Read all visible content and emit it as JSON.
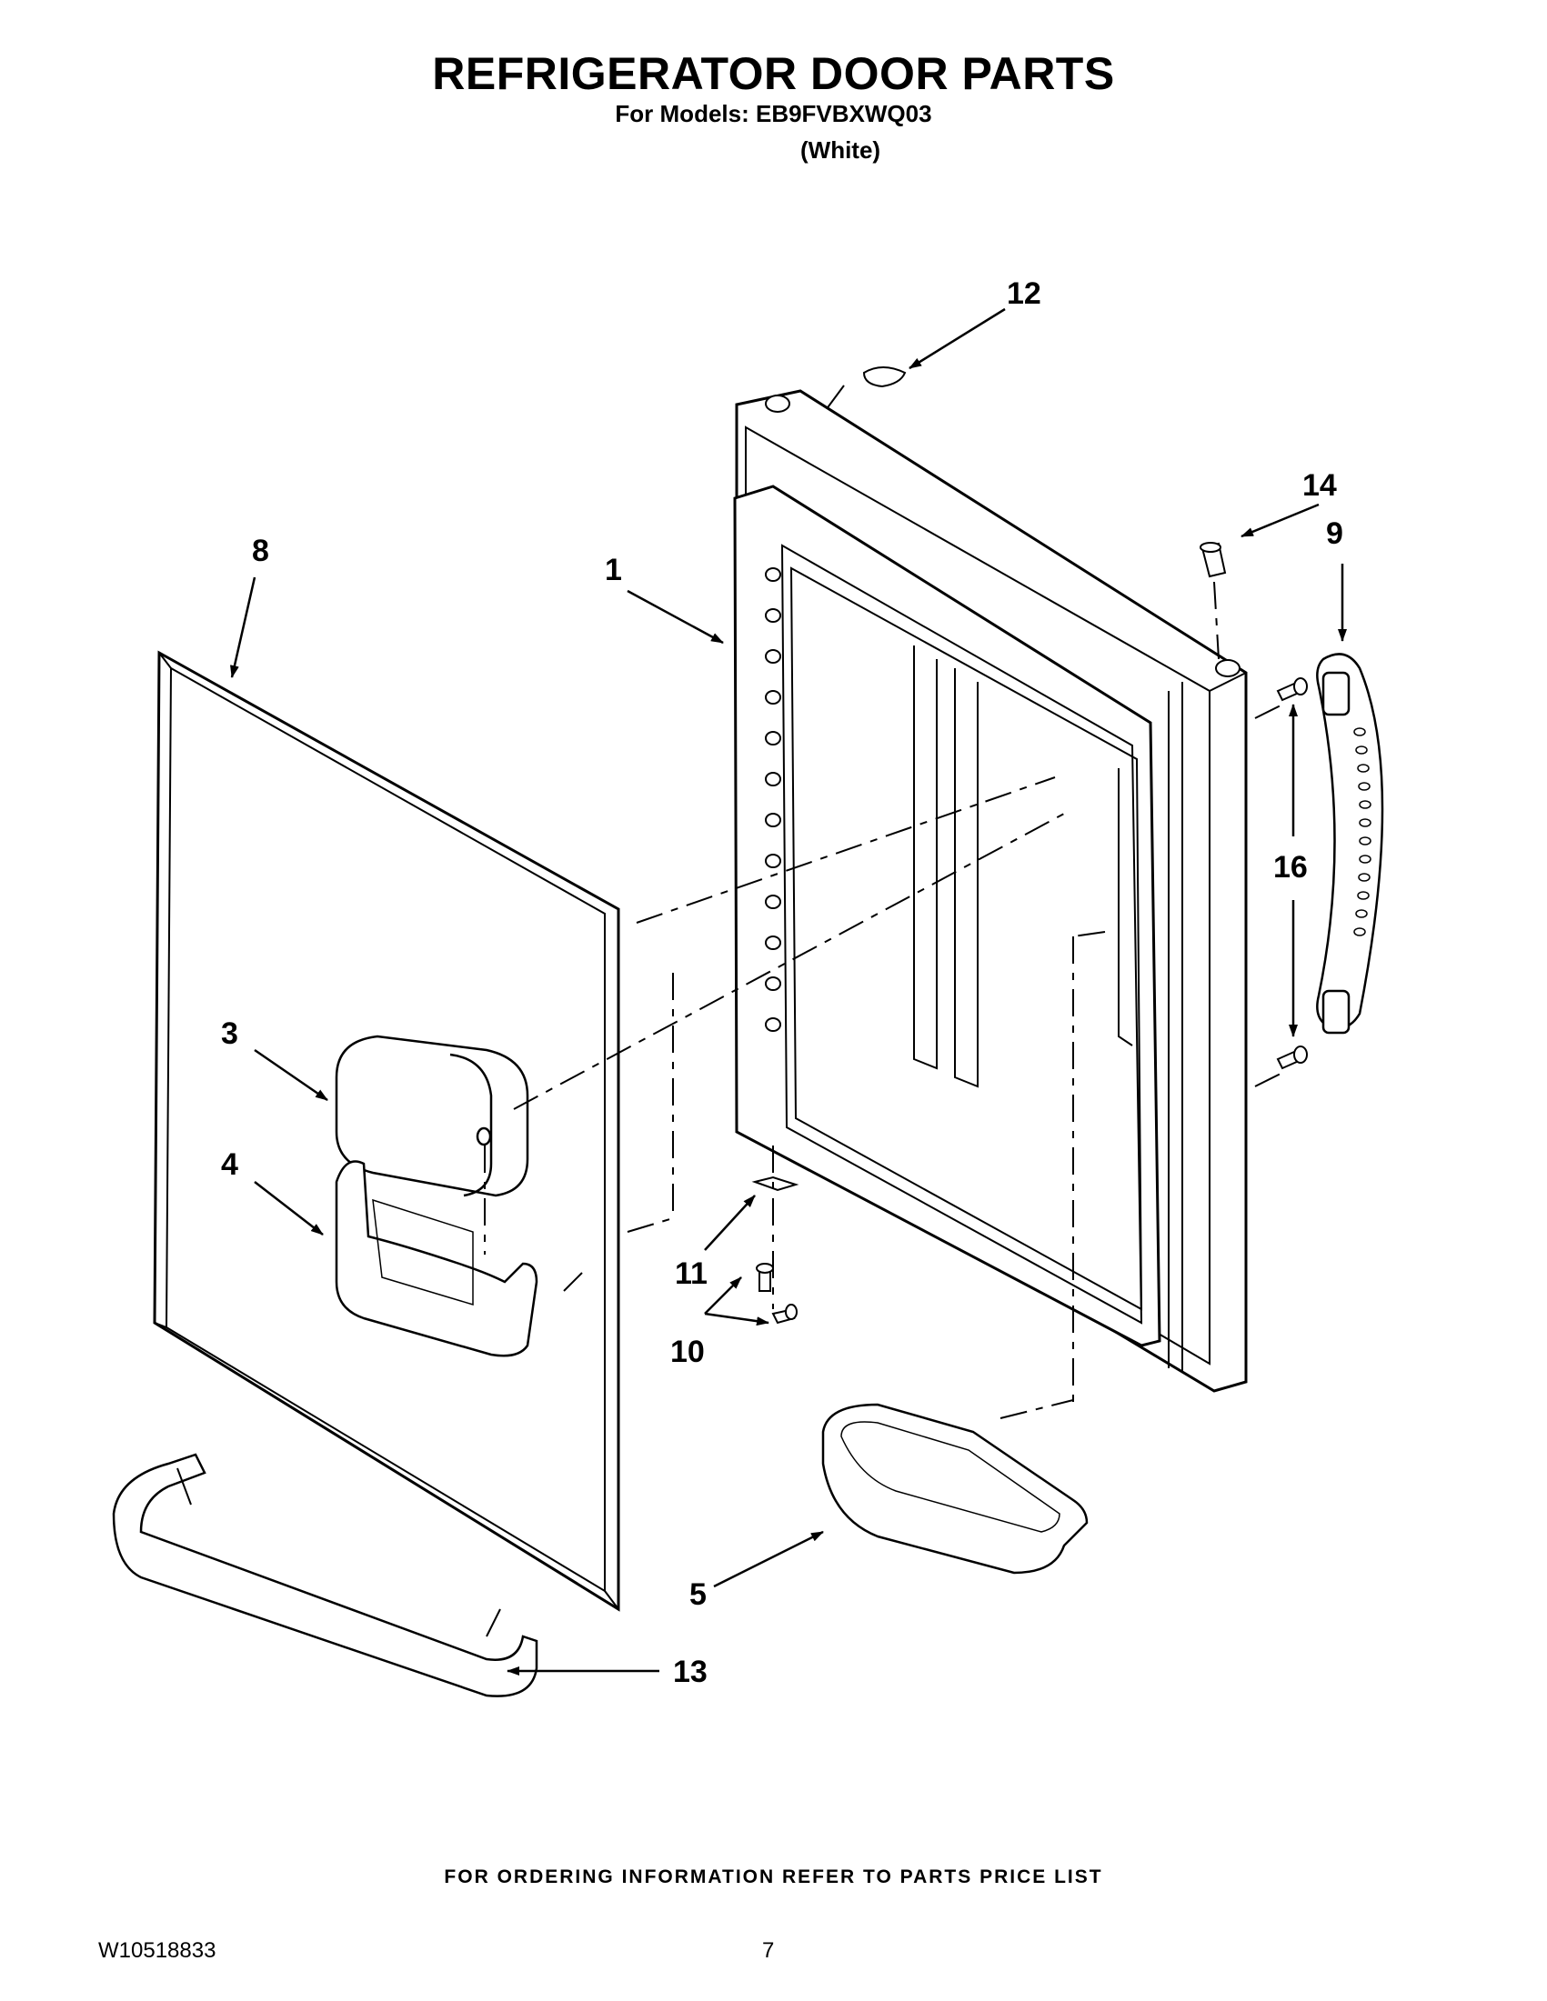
{
  "header": {
    "title": "REFRIGERATOR DOOR PARTS",
    "models_line": "For Models: EB9FVBXWQ03",
    "color_line": "(White)"
  },
  "callouts": [
    {
      "id": "callout-1",
      "text": "1"
    },
    {
      "id": "callout-3",
      "text": "3"
    },
    {
      "id": "callout-4",
      "text": "4"
    },
    {
      "id": "callout-5",
      "text": "5"
    },
    {
      "id": "callout-8",
      "text": "8"
    },
    {
      "id": "callout-9",
      "text": "9"
    },
    {
      "id": "callout-10",
      "text": "10"
    },
    {
      "id": "callout-11",
      "text": "11"
    },
    {
      "id": "callout-12",
      "text": "12"
    },
    {
      "id": "callout-13",
      "text": "13"
    },
    {
      "id": "callout-14",
      "text": "14"
    },
    {
      "id": "callout-16",
      "text": "16"
    }
  ],
  "footer": {
    "ordering_note": "FOR ORDERING INFORMATION REFER TO PARTS PRICE LIST",
    "document_number": "W10518833",
    "page_number": "7"
  }
}
